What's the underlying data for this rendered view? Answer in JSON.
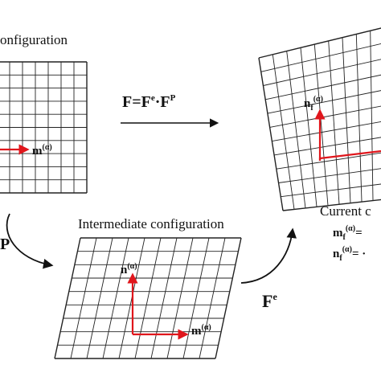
{
  "colors": {
    "grid": "#222222",
    "vector": "#e0161c",
    "text": "#111111"
  },
  "reference": {
    "title": "onfiguration",
    "vector_m": "m",
    "vector_m_sup": "(α)"
  },
  "top_map": {
    "F": "F",
    "eq": "=",
    "Fe": "F",
    "Fe_sup": "e",
    "dot": "·",
    "Fp": "F",
    "Fp_sup": "P"
  },
  "current": {
    "title": "Current c",
    "vector_n": "n",
    "vector_n_sub": "f",
    "vector_n_sup": "(α)",
    "eq1_base": "m",
    "eq1_sub": "f",
    "eq1_sup": "(α)",
    "eq1_eq": "=",
    "eq2_base": "n",
    "eq2_sub": "f",
    "eq2_sup": "(α)",
    "eq2_eq": "= ·"
  },
  "intermediate": {
    "title": "Intermediate configuration",
    "vector_n": "n",
    "vector_n_sup": "(α)",
    "vector_m": "m",
    "vector_m_sup": "(α)"
  },
  "left_map": {
    "label": "P"
  },
  "right_map": {
    "label": "F",
    "label_sup": "e"
  }
}
